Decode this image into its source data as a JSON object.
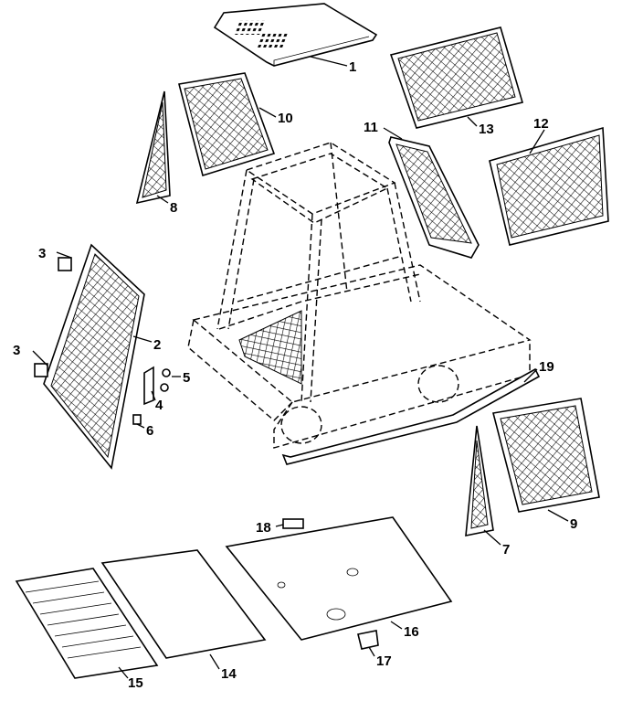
{
  "diagram": {
    "callouts": [
      {
        "id": "c1",
        "text": "1"
      },
      {
        "id": "c2",
        "text": "2"
      },
      {
        "id": "c3a",
        "text": "3"
      },
      {
        "id": "c3b",
        "text": "3"
      },
      {
        "id": "c4",
        "text": "4"
      },
      {
        "id": "c5",
        "text": "5"
      },
      {
        "id": "c6",
        "text": "6"
      },
      {
        "id": "c7",
        "text": "7"
      },
      {
        "id": "c8",
        "text": "8"
      },
      {
        "id": "c9",
        "text": "9"
      },
      {
        "id": "c10",
        "text": "10"
      },
      {
        "id": "c11",
        "text": "11"
      },
      {
        "id": "c12",
        "text": "12"
      },
      {
        "id": "c13",
        "text": "13"
      },
      {
        "id": "c14",
        "text": "14"
      },
      {
        "id": "c15",
        "text": "15"
      },
      {
        "id": "c16",
        "text": "16"
      },
      {
        "id": "c17",
        "text": "17"
      },
      {
        "id": "c18",
        "text": "18"
      },
      {
        "id": "c19",
        "text": "19"
      }
    ]
  }
}
